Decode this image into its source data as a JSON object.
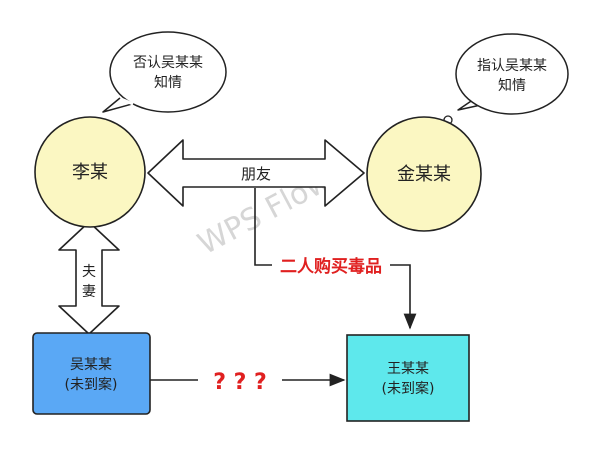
{
  "nodes": {
    "li": {
      "label": "李某"
    },
    "jin": {
      "label": "金某某"
    },
    "wu": {
      "line1": "吴某某",
      "line2": "(未到案)"
    },
    "wang": {
      "line1": "王某某",
      "line2": "(未到案)"
    }
  },
  "bubbles": {
    "left": {
      "line1": "否认吴某某",
      "line2": "知情"
    },
    "right": {
      "line1": "指认吴某某",
      "line2": "知情"
    }
  },
  "edges": {
    "friends": "朋友",
    "spouse_1": "夫",
    "spouse_2": "妻",
    "drugs": "二人购买毒品",
    "unknown": "? ? ?"
  },
  "watermark": "WPS Flow",
  "colors": {
    "circle_fill": "#fbf7c2",
    "wu_fill": "#5aa8f5",
    "wang_fill": "#5ee8ec",
    "emphasis": "#e02020"
  }
}
